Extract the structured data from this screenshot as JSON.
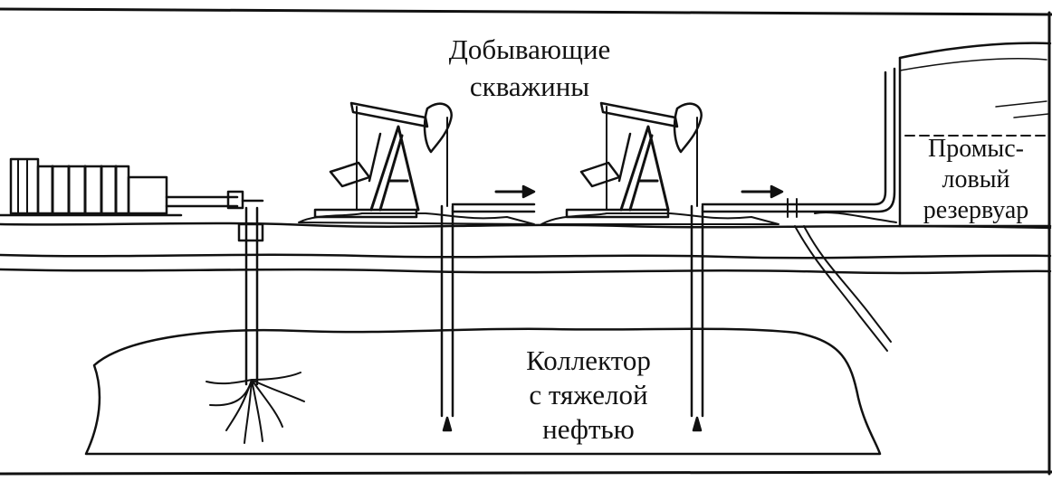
{
  "labels": {
    "production_wells": [
      "Добывающие",
      "скважины"
    ],
    "field_reservoir": [
      "Промыс-",
      "ловый",
      "резервуар"
    ],
    "heavy_oil_reservoir": [
      "Коллектор",
      "с тяжелой",
      "нефтью"
    ]
  },
  "colors": {
    "ink": "#111111",
    "background": "#ffffff"
  }
}
